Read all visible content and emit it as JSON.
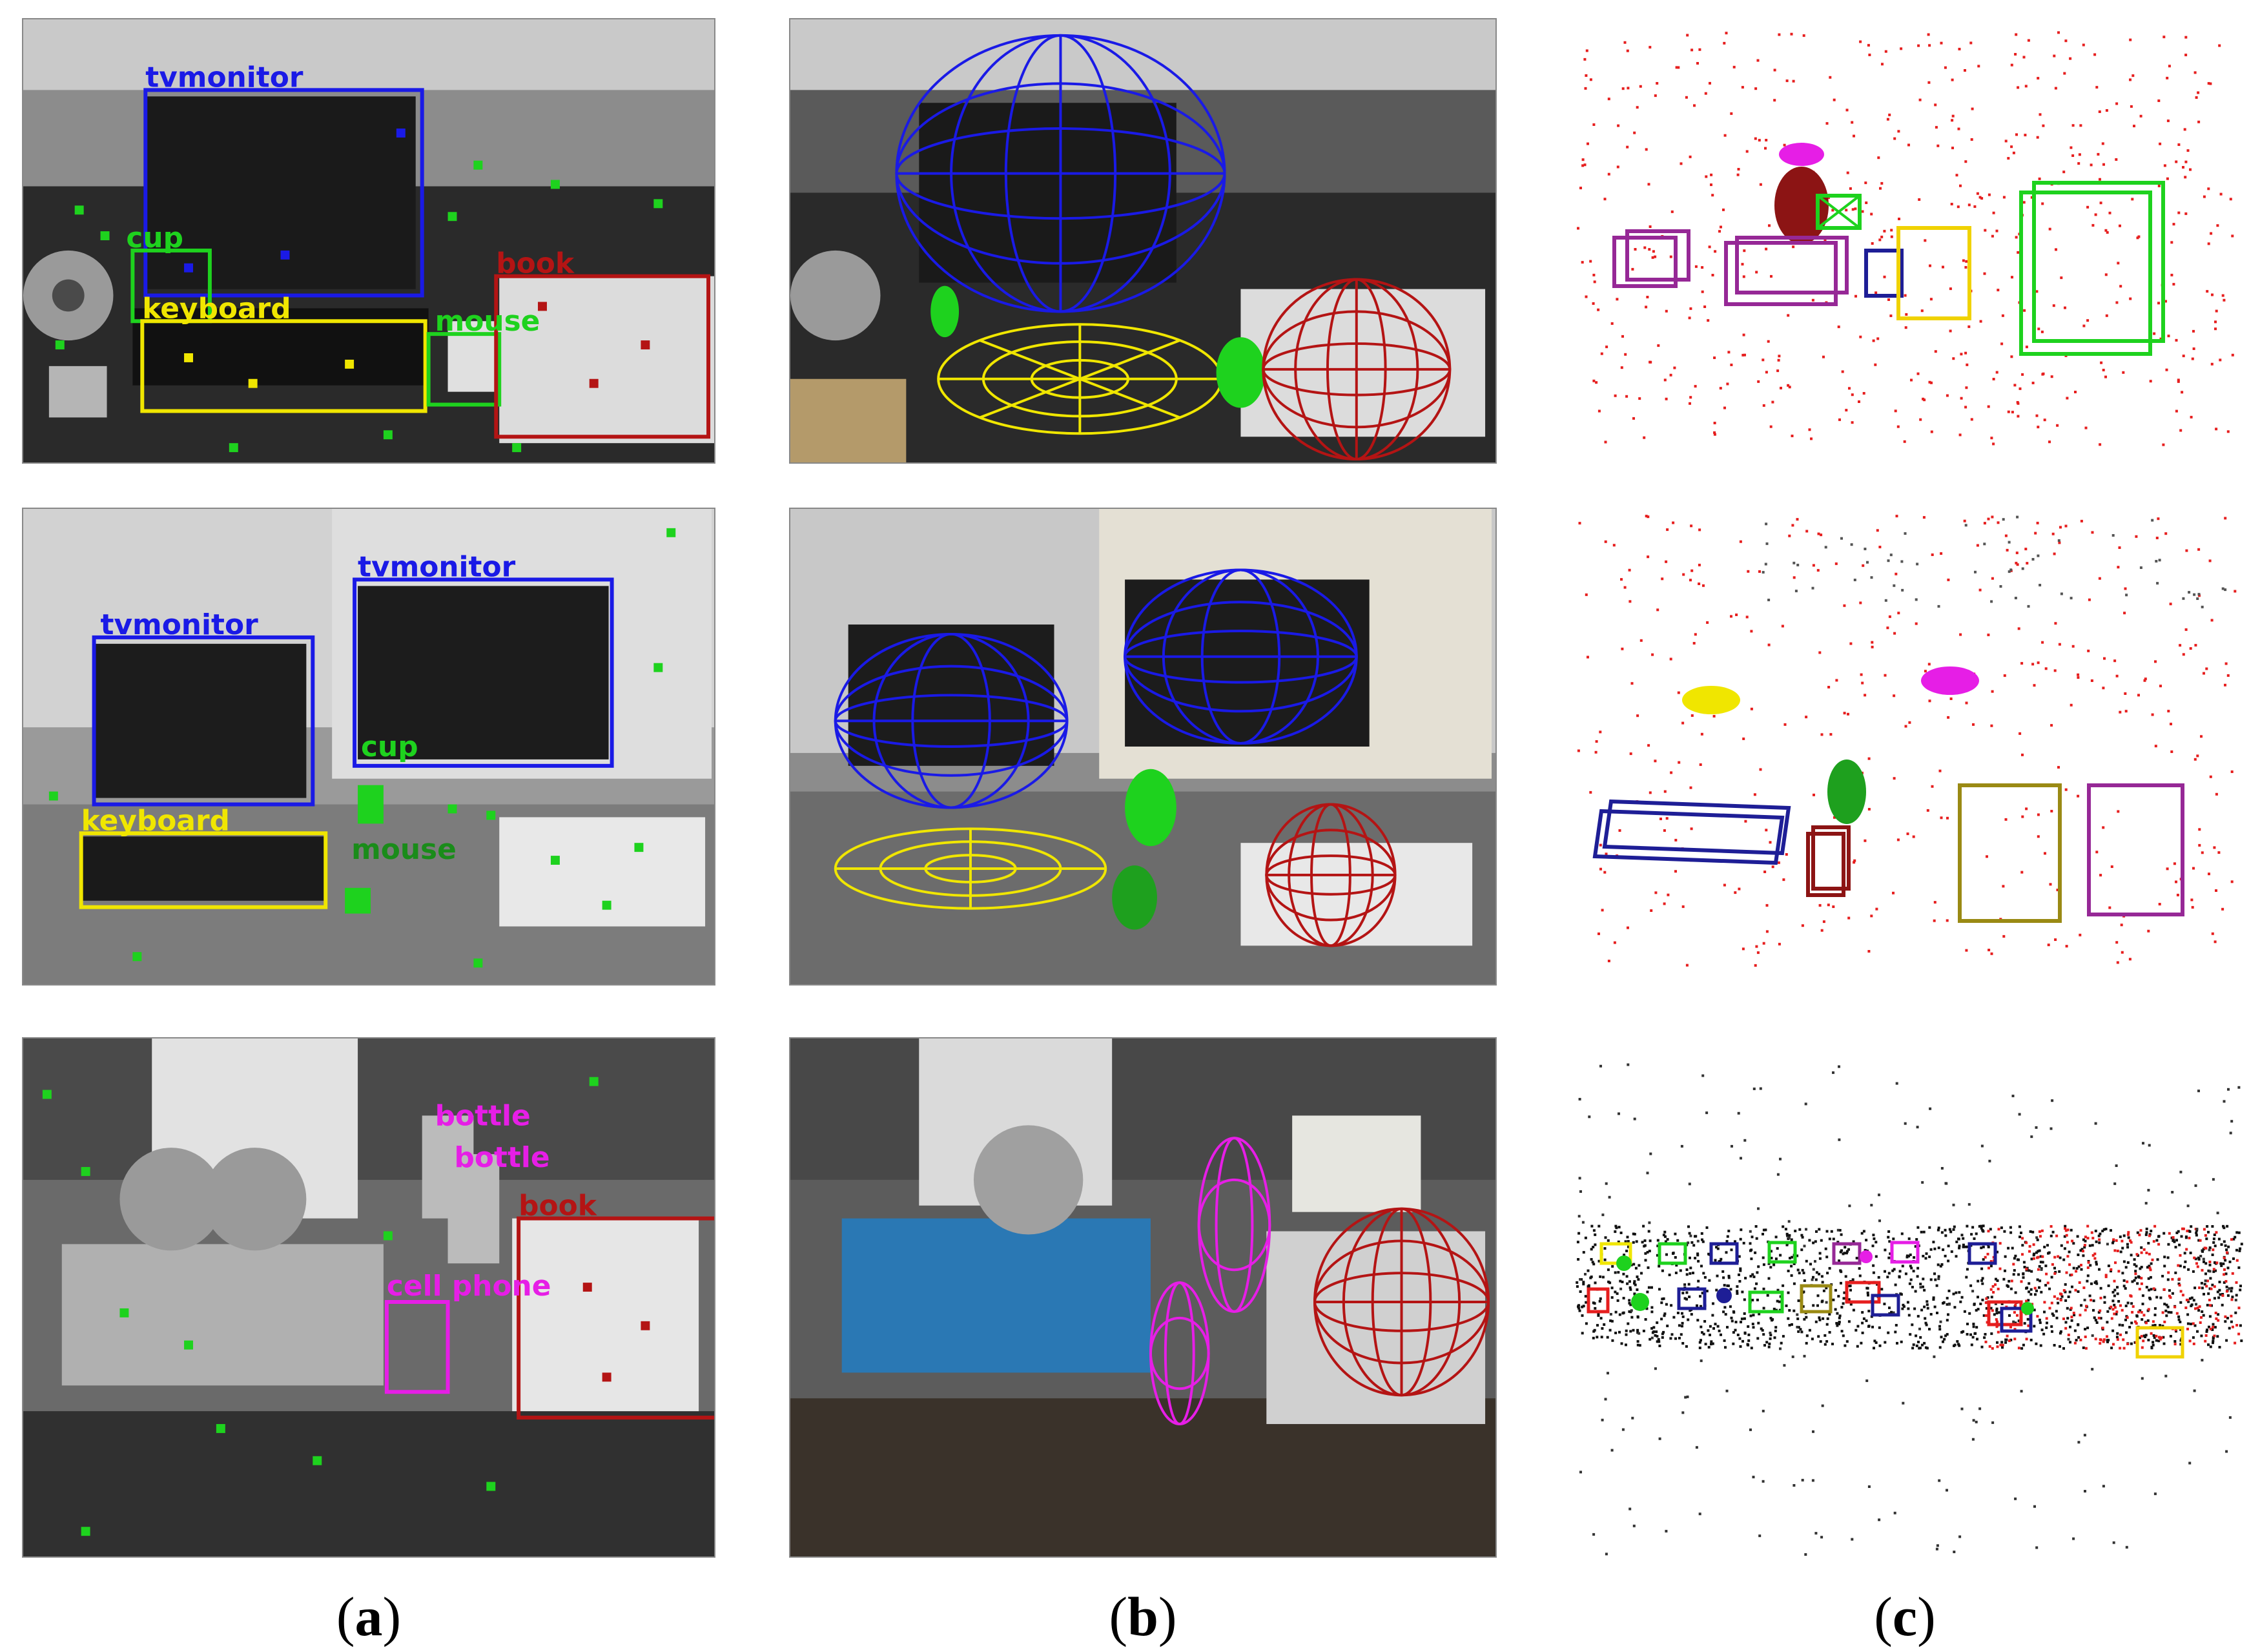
{
  "captions": {
    "a": {
      "open": "(",
      "letter": "a",
      "close": ")"
    },
    "b": {
      "open": "(",
      "letter": "b",
      "close": ")"
    },
    "c": {
      "open": "(",
      "letter": "c",
      "close": ")"
    }
  },
  "column_a": {
    "row1": [
      "tvmonitor",
      "cup",
      "keyboard",
      "mouse",
      "book"
    ],
    "row2": [
      "tvmonitor",
      "tvmonitor",
      "cup",
      "keyboard",
      "mouse"
    ],
    "row3": [
      "bottle",
      "bottle",
      "book",
      "cell phone"
    ]
  },
  "colors": {
    "blue": "#1a1ae6",
    "green": "#1ed21e",
    "yellow": "#f0e600",
    "red": "#b41414",
    "magenta": "#e61ee6",
    "purple": "#962896",
    "olive": "#9a8a14"
  }
}
